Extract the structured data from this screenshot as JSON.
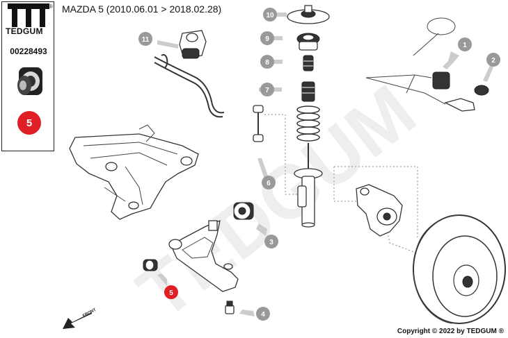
{
  "brand": {
    "name": "TEDGUM",
    "registered": "®",
    "watermark": "TEDGUM"
  },
  "part_number": "00228493",
  "highlight_badge": "5",
  "vehicle": "MAZDA 5 (2010.06.01 > 2018.02.28)",
  "front_label": "FRONT",
  "copyright": "Copyright © 2022 by TEDGUM ®",
  "callouts": [
    "1",
    "2",
    "3",
    "4",
    "5",
    "6",
    "7",
    "8",
    "9",
    "10",
    "11"
  ],
  "colors": {
    "badge_red": "#e01e25",
    "callout_gray": "#999999",
    "arrow_gray": "#cccccc",
    "watermark": "#eeeeee"
  }
}
